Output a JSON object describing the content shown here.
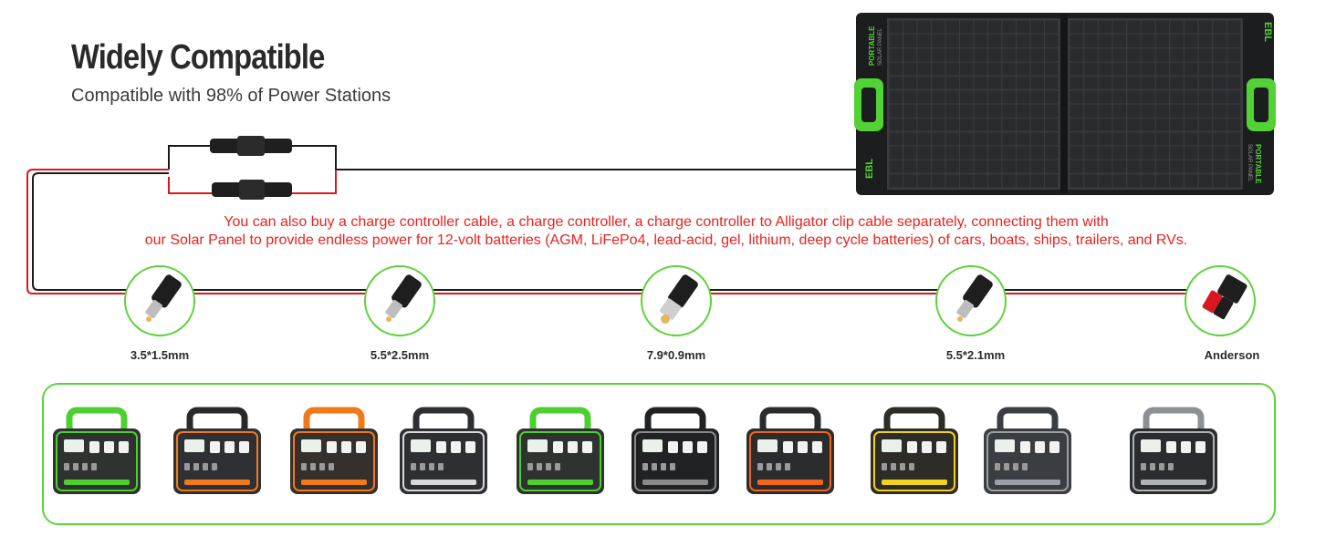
{
  "header": {
    "title": "Widely Compatible",
    "subtitle": "Compatible with 98% of Power Stations"
  },
  "note": {
    "line1": "You can also buy a charge controller cable, a charge controller, a charge controller to Alligator clip cable separately, connecting them with",
    "line2": "our Solar Panel to provide endless power for 12-volt batteries (AGM, LiFePo4, lead-acid, gel, lithium, deep cycle batteries) of cars, boats, ships, trailers, and RVs."
  },
  "panel": {
    "logo_text": "EBL",
    "side_label": "PORTABLE",
    "side_sublabel": "SOLAR PANEL"
  },
  "connectors": [
    {
      "label": "3.5*1.5mm"
    },
    {
      "label": "5.5*2.5mm"
    },
    {
      "label": "7.9*0.9mm"
    },
    {
      "label": "5.5*2.1mm"
    },
    {
      "label": "Anderson"
    }
  ],
  "stations": [
    {
      "name": "station-1",
      "body": "#2f3330",
      "accent": "#4ccf2f",
      "handle": "#4ccf2f"
    },
    {
      "name": "station-2",
      "body": "#2e3033",
      "accent": "#f07a1a",
      "handle": "#2a2a2a"
    },
    {
      "name": "station-3",
      "body": "#35302c",
      "accent": "#f07a1a",
      "handle": "#f07a1a"
    },
    {
      "name": "station-4",
      "body": "#2d2f33",
      "accent": "#d9d9d9",
      "handle": "#2d2f33"
    },
    {
      "name": "station-5",
      "body": "#2f3330",
      "accent": "#4ccf2f",
      "handle": "#4ccf2f"
    },
    {
      "name": "station-6",
      "body": "#202224",
      "accent": "#8a8a8a",
      "handle": "#202224"
    },
    {
      "name": "station-7",
      "body": "#2a2c2e",
      "accent": "#f2661c",
      "handle": "#2a2c2e"
    },
    {
      "name": "station-8",
      "body": "#2d2c26",
      "accent": "#f2d21a",
      "handle": "#2d2c26"
    },
    {
      "name": "station-9",
      "body": "#3a3d41",
      "accent": "#9aa0a6",
      "handle": "#3a3d41"
    },
    {
      "name": "station-10",
      "body": "#2a2c2f",
      "accent": "#b0b4b8",
      "handle": "#8d9196"
    }
  ],
  "colors": {
    "accent_green": "#5cd23a",
    "cable_red": "#d7191f",
    "cable_black": "#1a1a1a",
    "note_red": "#e8231f"
  }
}
